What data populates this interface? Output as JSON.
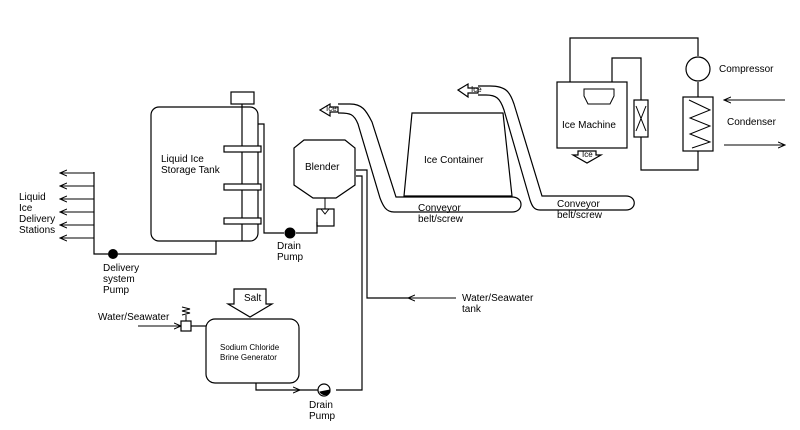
{
  "labels": {
    "compressor": "Compressor",
    "condenser": "Condenser",
    "ice_machine": "Ice Machine",
    "ice_out": "Ice",
    "ice_top_1": "Ice",
    "ice_top_2": "Ice",
    "ice_container": "Ice Container",
    "conveyor_1_line1": "Conveyor",
    "conveyor_1_line2": "belt/screw",
    "conveyor_2_line1": "Conveyor",
    "conveyor_2_line2": "belt/screw",
    "blender": "Blender",
    "storage_line1": "Liquid  Ice",
    "storage_line2": "Storage  Tank",
    "drain_pump_1_line1": "Drain",
    "drain_pump_1_line2": "Pump",
    "delivery_line1": "Liquid",
    "delivery_line2": "Ice",
    "delivery_line3": "Delivery",
    "delivery_line4": "Stations",
    "delivery_pump_line1": "Delivery",
    "delivery_pump_line2": "system",
    "delivery_pump_line3": "Pump",
    "water_tank_line1": "Water/Seawater",
    "water_tank_line2": "tank",
    "salt": "Salt",
    "water_inlet": "Water/Seawater",
    "brine_line1": "Sodium  Chloride",
    "brine_line2": "Brine  Generator",
    "drain_pump_2_line1": "Drain",
    "drain_pump_2_line2": "Pump"
  }
}
